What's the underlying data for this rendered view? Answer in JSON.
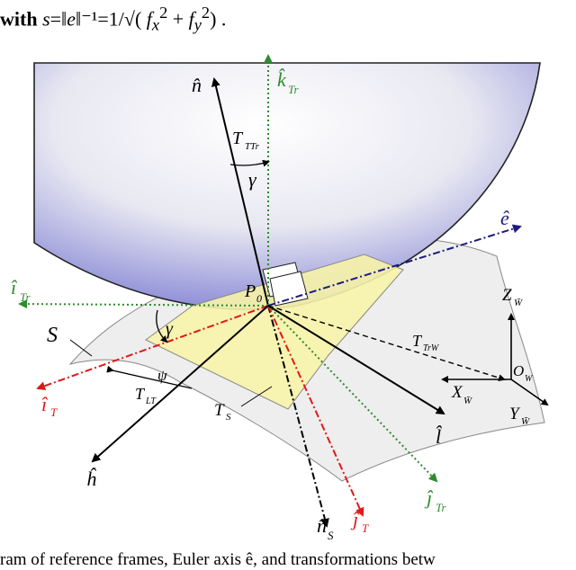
{
  "formula": {
    "prefix": "with",
    "var_s": "s",
    "eq1": "=‖",
    "var_e": "e",
    "norm_inv": "‖⁻¹=1",
    "fx": "f",
    "fx_sub": "x",
    "plus": "+",
    "fy": "f",
    "fy_sub": "y",
    "sq": "2",
    "end": "."
  },
  "labels": {
    "n_hat": "n̂",
    "k_hat_tr": "k̂",
    "k_sub": "Tr",
    "tau_ttr": "T",
    "tau_ttr_sub": "TTr",
    "gamma_top": "γ",
    "e_hat": "ê",
    "i_hat_tr": "î",
    "i_tr_sub": "Tr",
    "p0": "P",
    "p0_sub": "0",
    "s_surface": "S",
    "gamma_left": "γ",
    "psi": "ψ",
    "i_hat_t": "î",
    "i_t_sub": "T",
    "tau_lt": "T",
    "tau_lt_sub": "LT",
    "tau_s": "T",
    "tau_s_sub": "S",
    "tau_trw": "T",
    "tau_trw_sub": "TrW",
    "z_w": "Z",
    "z_w_sub": "W̄",
    "o_w": "O",
    "o_w_sub": "W",
    "x_w": "X",
    "x_w_sub": "W̄",
    "y_w": "Y",
    "y_w_sub": "W̄",
    "h_hat": "ĥ",
    "l_hat": "l̂",
    "j_hat_tr": "ĵ",
    "j_tr_sub": "Tr",
    "j_hat_t": "ĵ",
    "j_t_sub": "T",
    "n_hat_s": "n̂",
    "n_s_sub": "S"
  },
  "caption": "ram of reference frames, Euler axis ê, and transformations betw",
  "colors": {
    "black": "#000000",
    "green": "#2e8b2e",
    "red": "#e01818",
    "blue_dash": "#1a1a80",
    "plane_fill": "#f7f3a8",
    "surface_fill": "#eeeeee"
  }
}
